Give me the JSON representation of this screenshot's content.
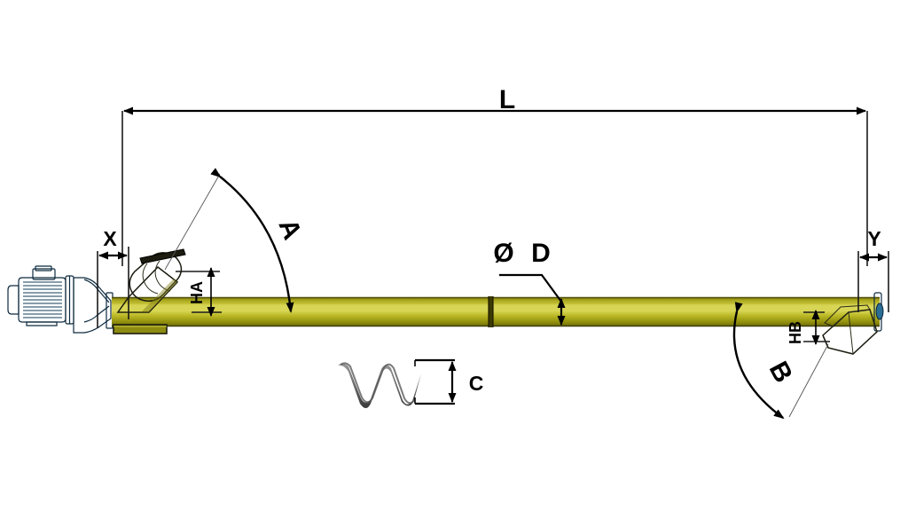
{
  "drawing": {
    "title": "Screw Conveyor Dimension Diagram",
    "background_color": "#ffffff",
    "tube_color": "#b8b521",
    "tube_color_dark": "#6e6c10",
    "tube_color_light": "#d6d44a",
    "motor_color": "#1d5f86",
    "motor_color_dark": "#0e3a55",
    "line_color": "#000000"
  },
  "dimensions": {
    "overall_length": {
      "label": "L",
      "name": "overall-length",
      "orientation": "horizontal",
      "description": "Overall conveyor length dimension spanning full machine"
    },
    "inlet_offset": {
      "label": "X",
      "name": "inlet-offset",
      "orientation": "horizontal",
      "description": "Distance from conveyor end to inlet centre"
    },
    "outlet_offset": {
      "label": "Y",
      "name": "outlet-offset",
      "orientation": "horizontal",
      "description": "Distance from conveyor end to outlet centre"
    },
    "inlet_angle": {
      "label": "A",
      "name": "inlet-angle",
      "orientation": "arc",
      "description": "Angle of the inlet spout relative to the tube axis"
    },
    "outlet_angle": {
      "label": "B",
      "name": "outlet-angle",
      "orientation": "arc",
      "description": "Angle of the outlet chute relative to the tube axis"
    },
    "inlet_height": {
      "label": "HA",
      "name": "inlet-height",
      "orientation": "vertical",
      "description": "Height from tube axis to inlet flange"
    },
    "outlet_height": {
      "label": "HB",
      "name": "outlet-height",
      "orientation": "vertical",
      "description": "Height from tube axis to outlet flange"
    },
    "tube_diameter": {
      "label": "D",
      "symbol": "Ø",
      "name": "tube-diameter",
      "orientation": "vertical",
      "description": "Diameter of the conveyor tube"
    },
    "screw_pitch": {
      "label": "C",
      "name": "screw-pitch",
      "orientation": "vertical",
      "description": "Screw flight height / pitch detail dimension"
    }
  },
  "components": {
    "motor": "electric-drive-motor",
    "gearbox": "gear-reducer",
    "tube": "conveyor-tube",
    "inlet": "inlet-spout",
    "outlet": "outlet-chute",
    "support": "support-foot",
    "joint": "tube-joint-ring",
    "end_bearing": "end-bearing-flange",
    "flight": "screw-flight-detail"
  }
}
